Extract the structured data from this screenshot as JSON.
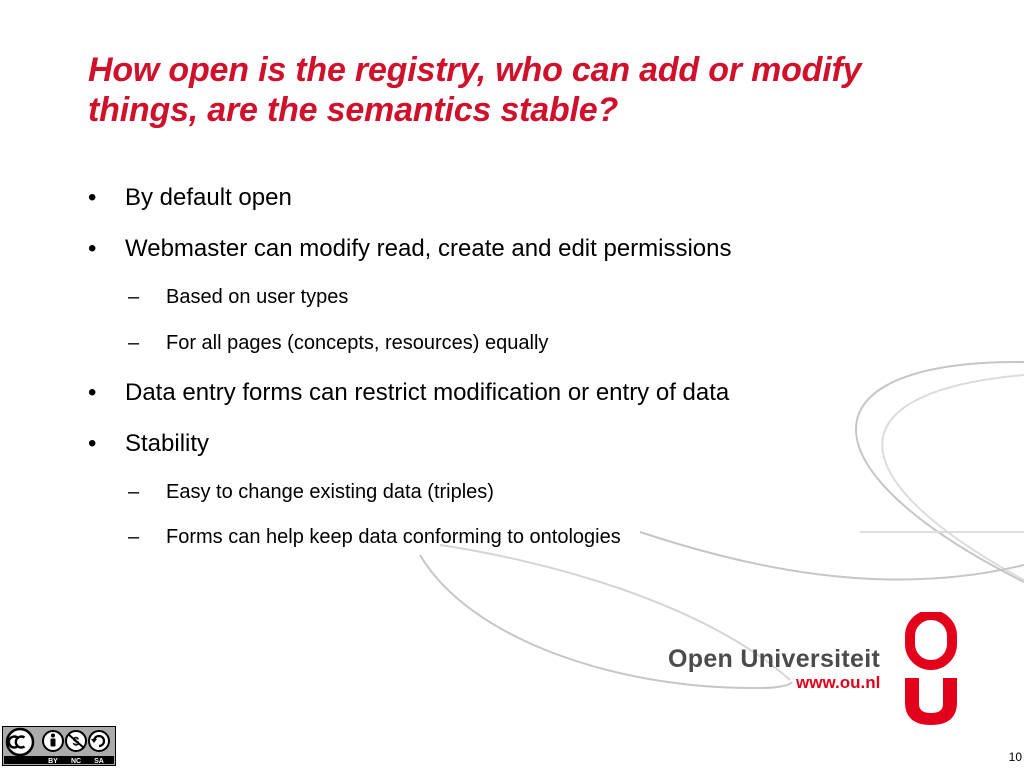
{
  "slide": {
    "title": "How open is the registry, who can add or modify things, are the semantics stable?",
    "items": [
      {
        "level": 1,
        "marker": "•",
        "text": "By default open"
      },
      {
        "level": 1,
        "marker": "•",
        "text": "Webmaster can modify read, create and edit permissions"
      },
      {
        "level": 2,
        "marker": "–",
        "text": "Based on user types"
      },
      {
        "level": 2,
        "marker": "–",
        "text": "For all pages (concepts, resources) equally"
      },
      {
        "level": 1,
        "marker": "•",
        "text": "Data entry forms can restrict modification or entry of data"
      },
      {
        "level": 1,
        "marker": "•",
        "text": "Stability"
      },
      {
        "level": 2,
        "marker": "–",
        "text": "Easy to change existing data (triples)"
      },
      {
        "level": 2,
        "marker": "–",
        "text": "Forms can help keep data conforming to ontologies"
      }
    ],
    "page_number": "10"
  },
  "logo": {
    "name": "Open Universiteit",
    "url": "www.ou.nl",
    "icon": "ou-logo-icon"
  },
  "license": {
    "icon": "creative-commons-icon",
    "labels": [
      "BY",
      "NC",
      "SA"
    ]
  },
  "colors": {
    "title": "#d0112b",
    "brand_red": "#e3001b",
    "logo_gray": "#4b4b4b",
    "swoosh": "#c4c4c4"
  }
}
